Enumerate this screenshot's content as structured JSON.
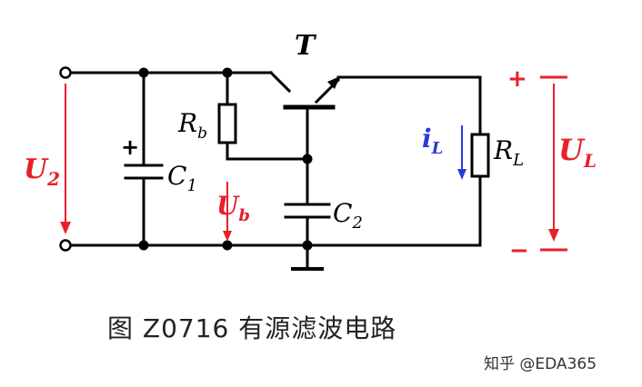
{
  "diagram": {
    "labels": {
      "transistor": "T",
      "rb_main": "R",
      "rb_sub": "b",
      "c1_main": "C",
      "c1_sub": "1",
      "c2_main": "C",
      "c2_sub": "2",
      "rl_main": "R",
      "rl_sub": "L",
      "u2_main": "U",
      "u2_sub": "2",
      "ub_main": "U",
      "ub_sub": "b",
      "ul_main": "U",
      "ul_sub": "L",
      "il_main": "i",
      "il_sub": "L",
      "plus_c1": "+",
      "plus_ul": "+",
      "minus_ul": "−"
    },
    "caption": "图 Z0716 有源滤波电路",
    "watermark": "知乎 @EDA365"
  }
}
